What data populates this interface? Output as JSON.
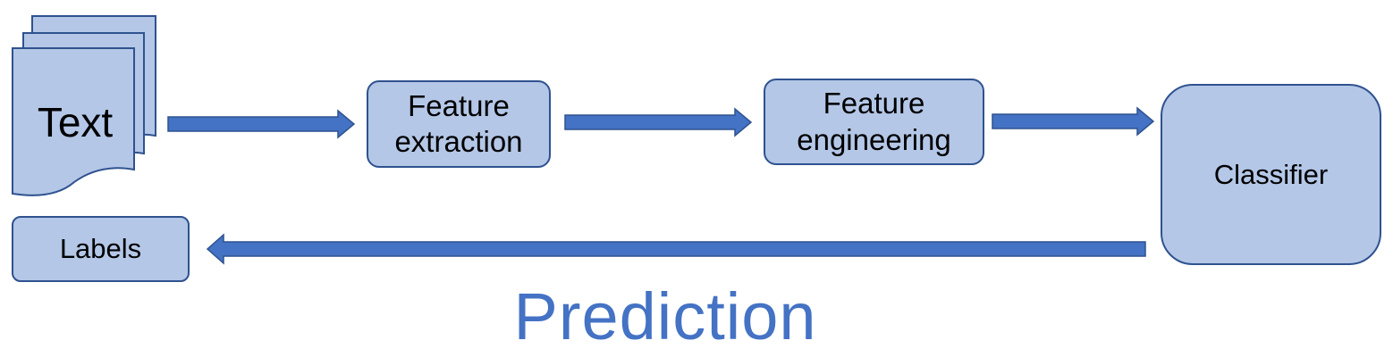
{
  "diagram": {
    "document_stack": {
      "label": "Text"
    },
    "nodes": {
      "feature_extraction": {
        "line1": "Feature",
        "line2": "extraction"
      },
      "feature_engineering": {
        "line1": "Feature",
        "line2": "engineering"
      },
      "classifier": {
        "label": "Classifier"
      },
      "labels": {
        "label": "Labels"
      }
    },
    "edges": [
      {
        "from": "Text",
        "to": "Feature extraction"
      },
      {
        "from": "Feature extraction",
        "to": "Feature engineering"
      },
      {
        "from": "Feature engineering",
        "to": "Classifier"
      },
      {
        "from": "Classifier",
        "to": "Labels"
      }
    ],
    "title": "Prediction"
  },
  "colors": {
    "box_fill": "#b4c7e7",
    "box_border": "#2f528f",
    "arrow_fill": "#4472c4",
    "title": "#4472c4"
  }
}
